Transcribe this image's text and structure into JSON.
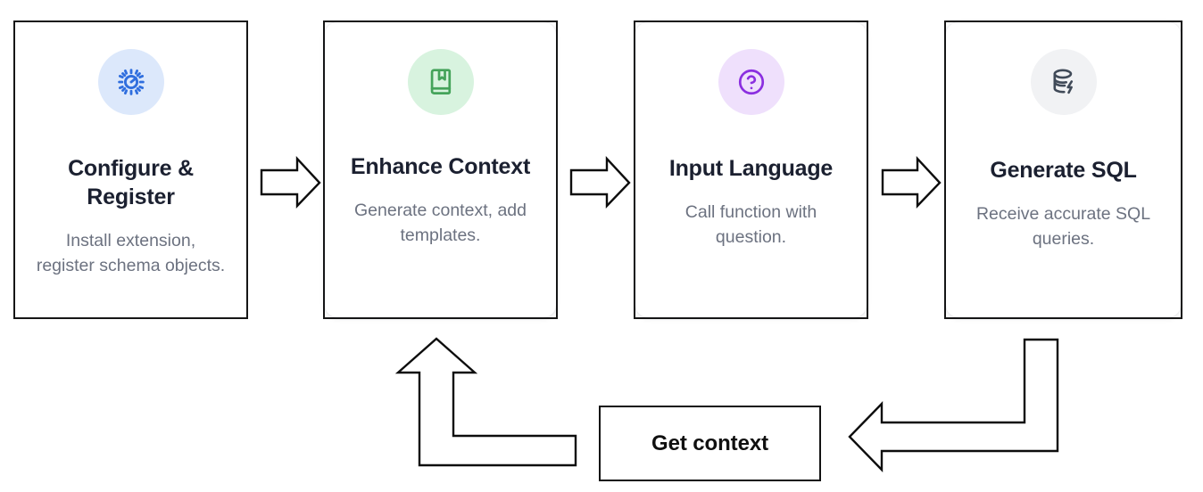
{
  "diagram": {
    "title_semantic": "sql-context-workflow-diagram",
    "steps": [
      {
        "id": "configure-register",
        "title": "Configure & Register",
        "title_line1": "Configure &",
        "title_line2": "Register",
        "description": "Install extension, register schema objects.",
        "icon": "gear-icon",
        "icon_color": "#2f6ede",
        "badge_color": "#dce8fb"
      },
      {
        "id": "enhance-context",
        "title": "Enhance Context",
        "title_line1": "Enhance",
        "title_line2": "Context",
        "description": "Generate context, add templates.",
        "icon": "book-bookmark-icon",
        "icon_color": "#44a35a",
        "badge_color": "#d8f3df"
      },
      {
        "id": "input-language",
        "title": "Input Language",
        "title_line1": "Input",
        "title_line2": "Language",
        "description": "Call function with question.",
        "icon": "question-circle-icon",
        "icon_color": "#8b2fe0",
        "badge_color": "#efe0fc"
      },
      {
        "id": "generate-sql",
        "title": "Generate SQL",
        "title_line1": "Generate SQL",
        "title_line2": "",
        "description": "Receive accurate SQL queries.",
        "icon": "database-bolt-icon",
        "icon_color": "#404a58",
        "badge_color": "#f1f2f4"
      }
    ],
    "flow_arrows": [
      {
        "id": "arrow-step1-to-step2",
        "direction": "right"
      },
      {
        "id": "arrow-step2-to-step3",
        "direction": "right"
      },
      {
        "id": "arrow-step3-to-step4",
        "direction": "right"
      }
    ],
    "feedback": {
      "box_label": "Get context",
      "return_arrow": {
        "id": "arrow-generate-sql-to-get-context",
        "direction": "left"
      },
      "loop_arrow": {
        "id": "arrow-get-context-to-enhance-context",
        "direction": "up"
      }
    },
    "colors": {
      "stroke": "#0d0d0d",
      "card_border": "#161616",
      "title_text": "#1b2030",
      "body_text": "#6c7280",
      "background": "#ffffff"
    }
  }
}
